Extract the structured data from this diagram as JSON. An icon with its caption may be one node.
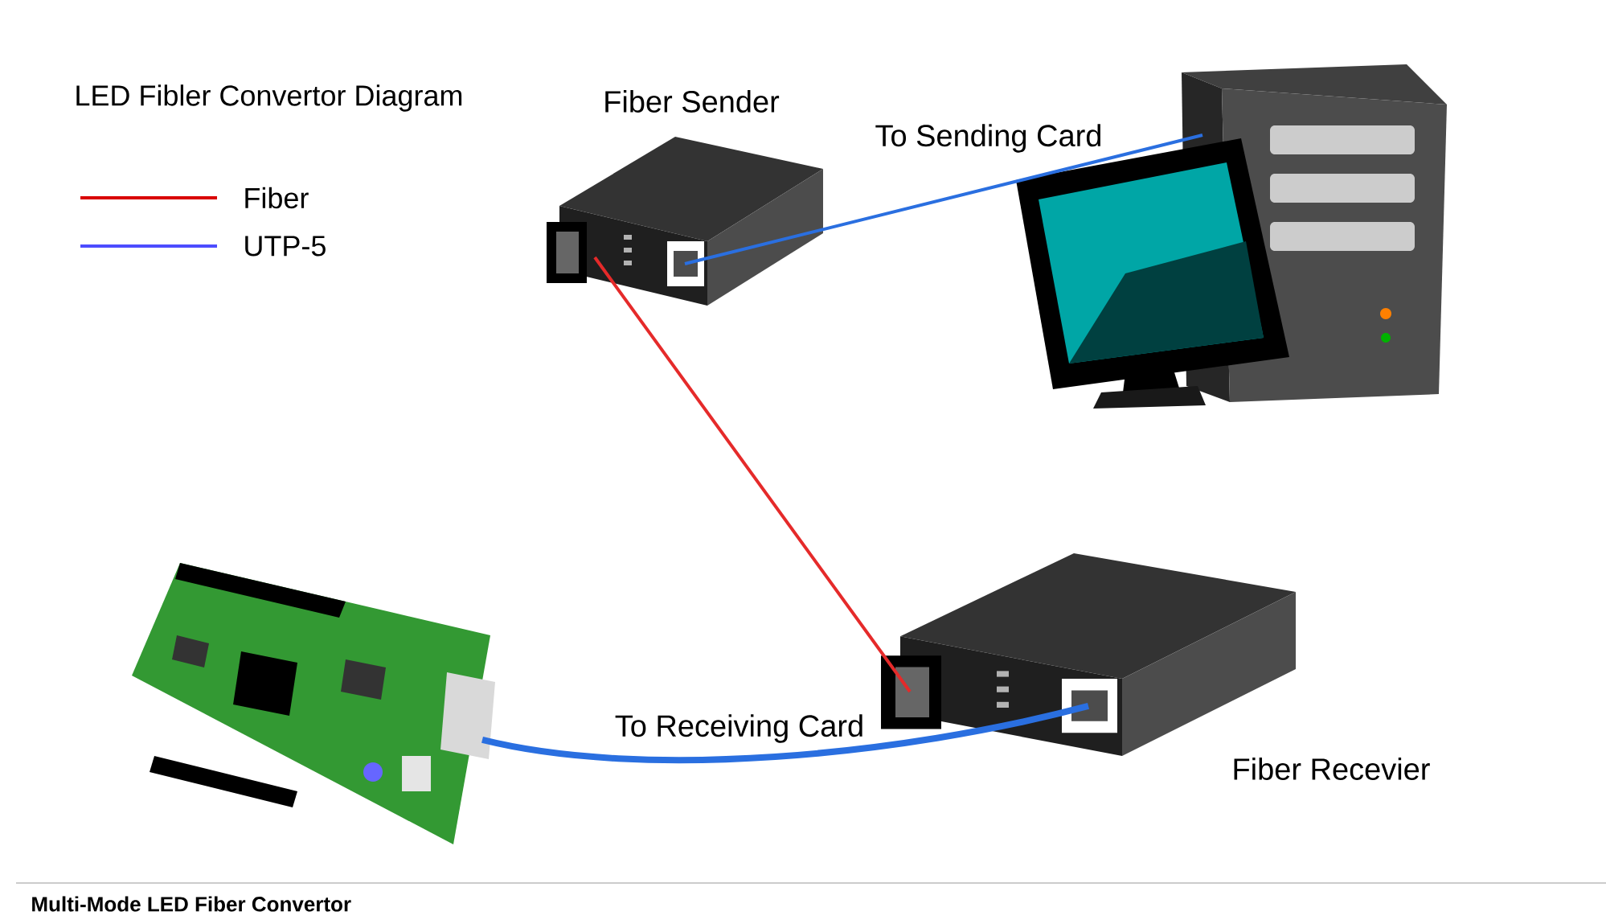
{
  "diagram": {
    "title": "LED Fibler Convertor Diagram",
    "caption": "Multi-Mode LED Fiber Convertor",
    "nodes": [
      {
        "text": [
          "Fiber Sender"
        ]
      },
      {
        "text": [],
        "shape": "picture"
      },
      {
        "text": [
          "Fiber Recevier"
        ]
      },
      {
        "text": [],
        "shape": "picture"
      }
    ],
    "edges": [
      {
        "from": 0,
        "to": 1,
        "arrow": "none",
        "label": "To Sending Card"
      },
      {
        "from": 0,
        "to": 2,
        "arrow": "none",
        "color": "#e52a2a"
      },
      {
        "from": 3,
        "to": 2,
        "arrow": "none",
        "label": "To Receiving Card",
        "style": "thick"
      }
    ],
    "legend": [
      {
        "text": "Fiber"
      },
      {
        "text": "UTP-5"
      }
    ]
  }
}
